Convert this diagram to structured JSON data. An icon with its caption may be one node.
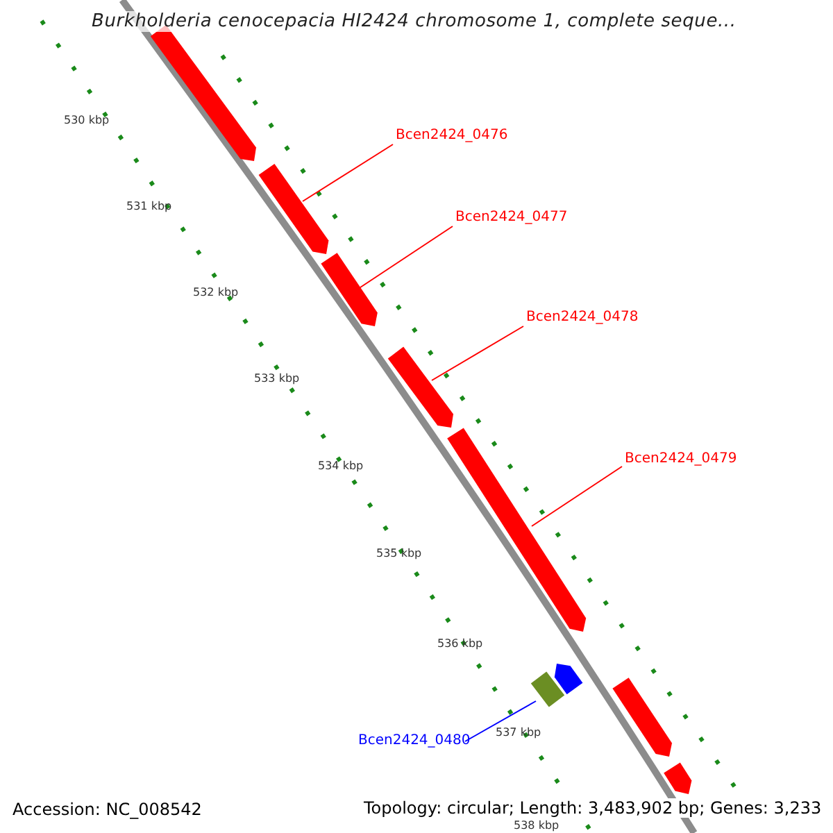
{
  "diagram": {
    "title": "Burkholderia cenocepacia HI2424 chromosome 1, complete seque...",
    "nodes": [
      {
        "text": [
          "Bcen2424_0476"
        ]
      },
      {
        "text": [
          "Bcen2424_0477"
        ]
      },
      {
        "text": [
          "Bcen2424_0478"
        ]
      },
      {
        "text": [
          "Bcen2424_0479"
        ]
      },
      {
        "text": [
          "Bcen2424_0480"
        ]
      },
      {
        "text": [],
        "shape": "arrow"
      },
      {
        "text": [],
        "shape": "arrow"
      },
      {
        "text": [],
        "shape": "arrow"
      },
      {
        "text": [],
        "shape": "arrow"
      },
      {
        "text": [],
        "shape": "arrow"
      },
      {
        "text": [],
        "shape": "arrow"
      },
      {
        "text": [],
        "shape": "box"
      },
      {
        "text": [],
        "shape": "arrow"
      },
      {
        "text": [],
        "shape": "arrow"
      }
    ],
    "edges": [
      {
        "from": 0,
        "to": 6,
        "arrow": "none"
      },
      {
        "from": 1,
        "to": 7,
        "arrow": "none"
      },
      {
        "from": 2,
        "to": 8,
        "arrow": "none"
      },
      {
        "from": 3,
        "to": 9,
        "arrow": "none"
      },
      {
        "from": 4,
        "to": 11,
        "arrow": "none",
        "color": "#0000ff"
      }
    ],
    "labels": [
      "530 kbp",
      "531 kbp",
      "532 kbp",
      "533 kbp",
      "534 kbp",
      "535 kbp",
      "536 kbp",
      "537 kbp",
      "538 kbp",
      "Accession: NC_008542",
      "Topology: circular; Length: 3,483,902 bp; Genes: 3,233"
    ]
  }
}
